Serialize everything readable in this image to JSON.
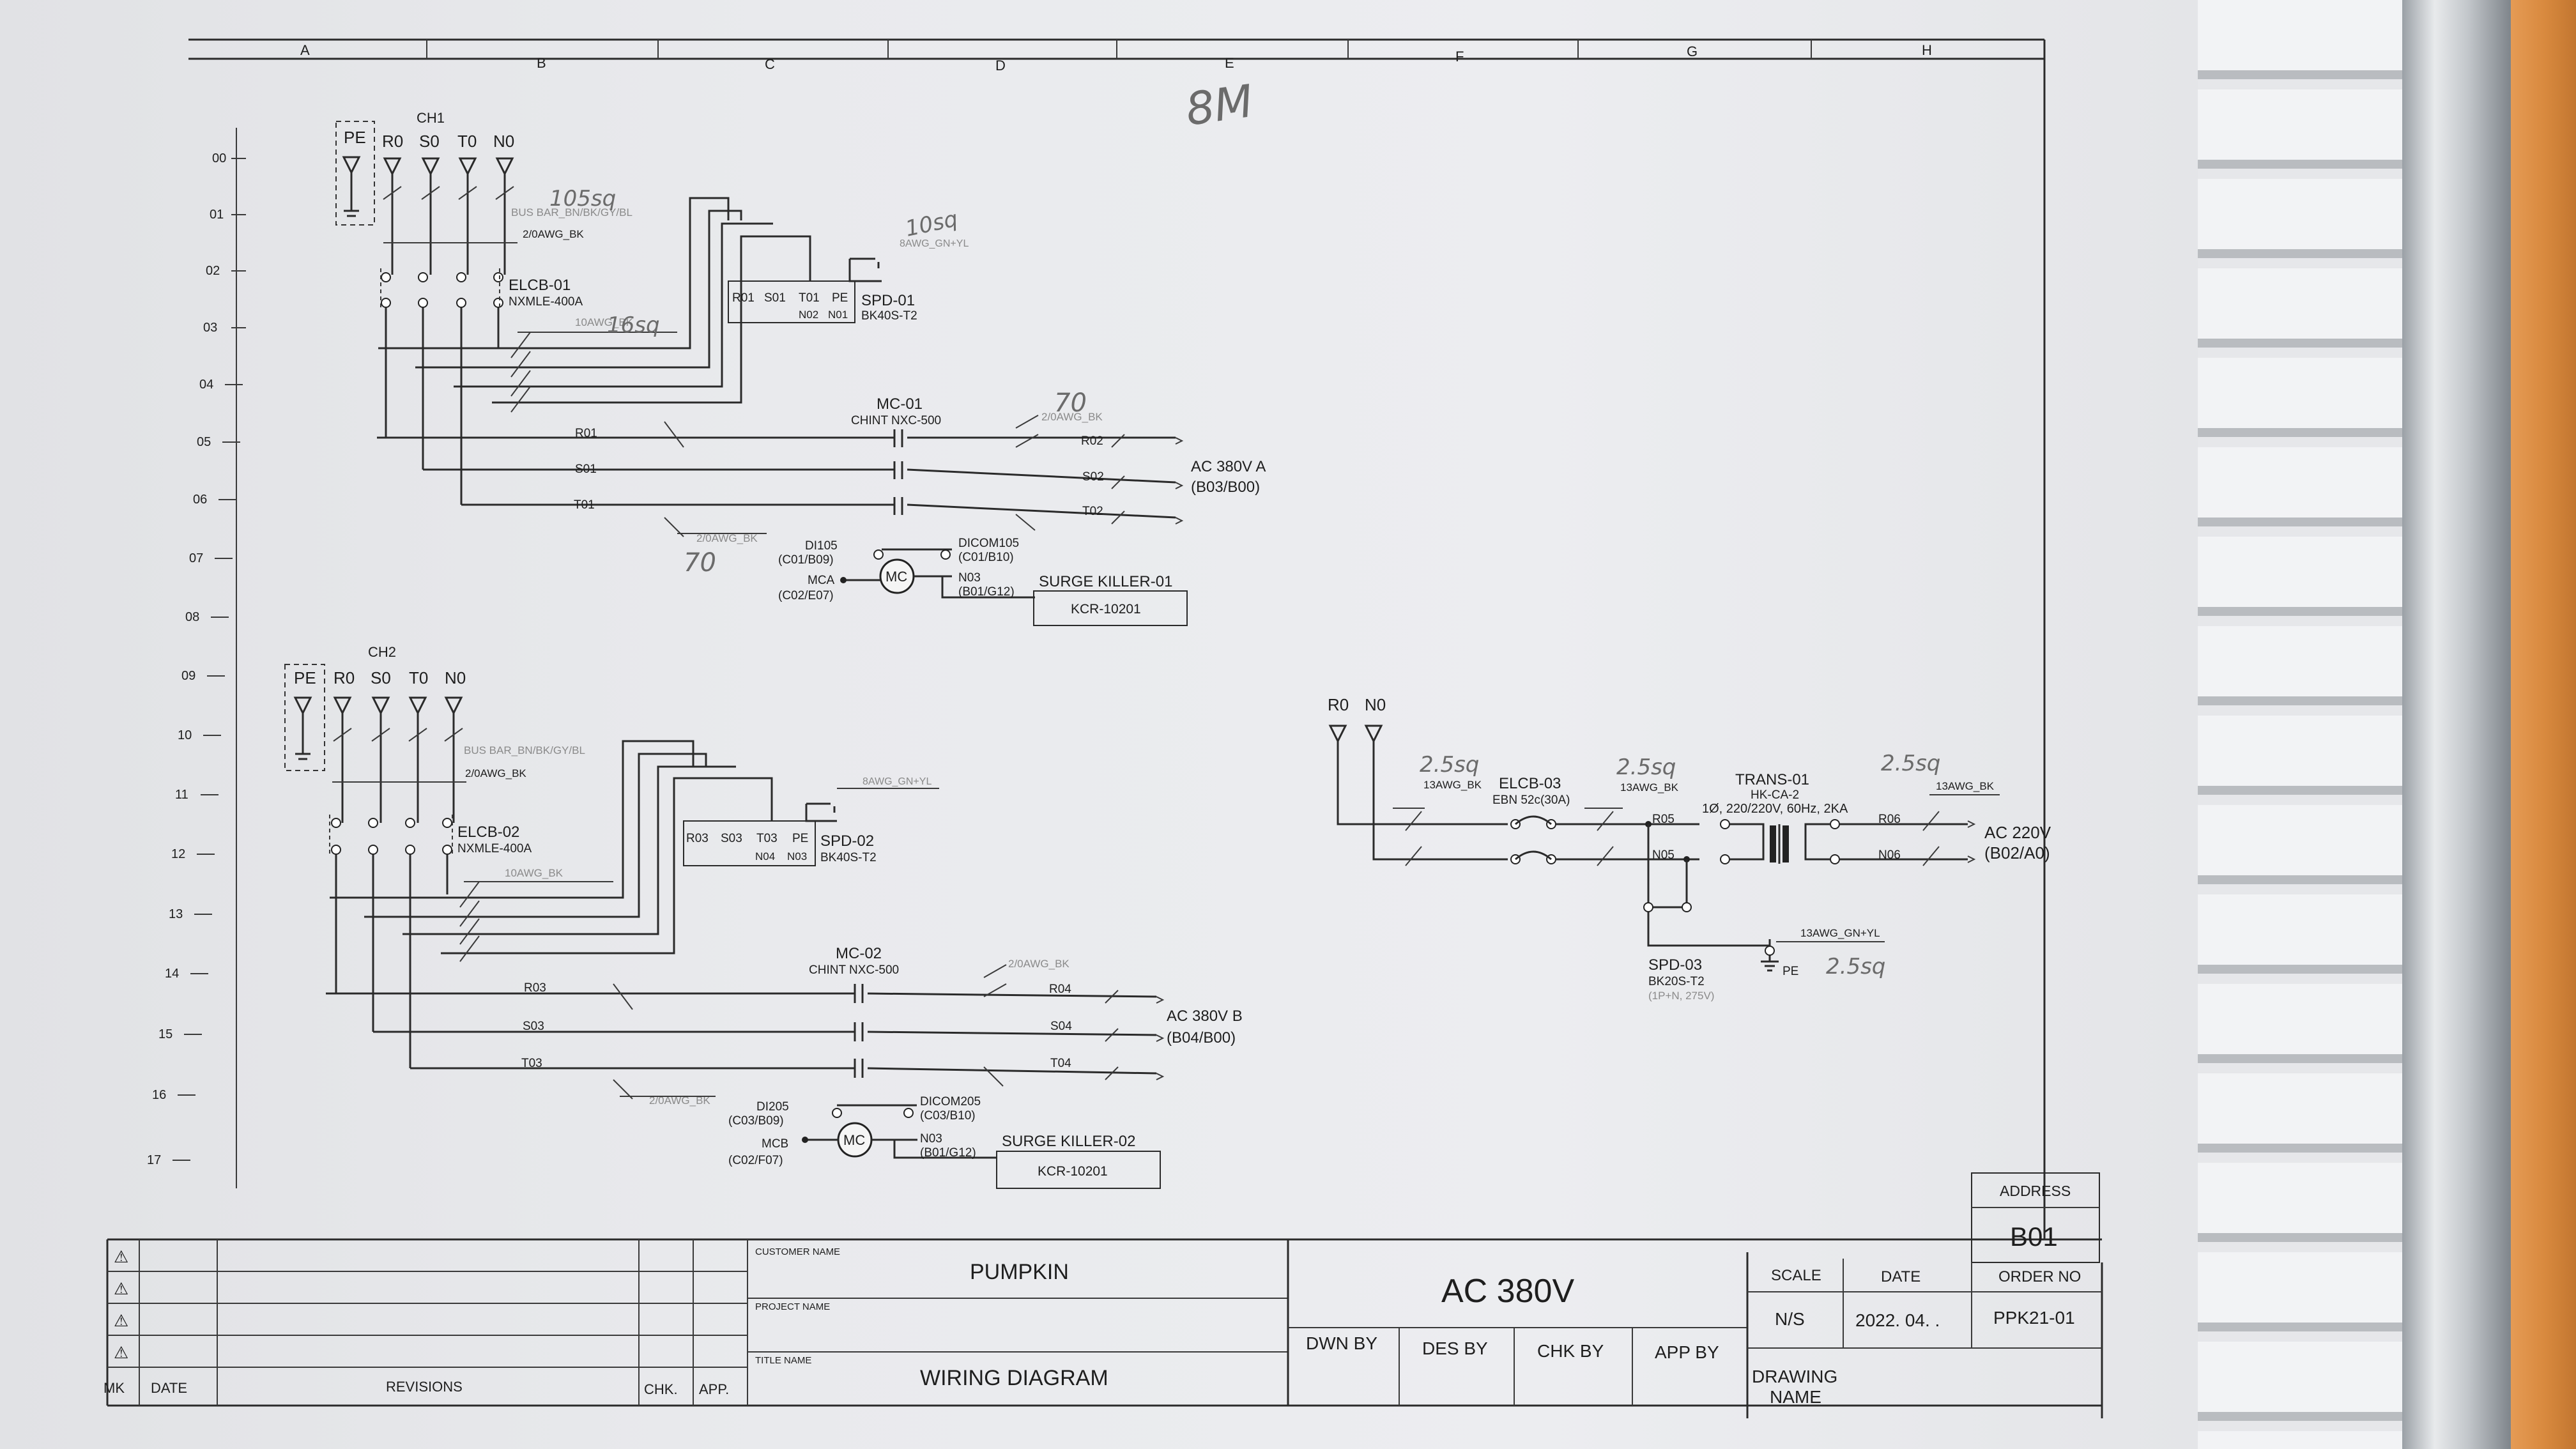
{
  "border": {
    "columns": [
      "A",
      "B",
      "C",
      "D",
      "E",
      "F",
      "G",
      "H"
    ],
    "rows": [
      "00",
      "01",
      "02",
      "03",
      "04",
      "05",
      "06",
      "07",
      "08",
      "09",
      "10",
      "11",
      "12",
      "13",
      "14",
      "15",
      "16",
      "17"
    ]
  },
  "ch1": {
    "group": "CH1",
    "terminals": [
      "PE",
      "R0",
      "S0",
      "T0",
      "N0"
    ],
    "bus_bar": "BUS BAR_BN/BK/GY/BL",
    "wire_main": "2/0AWG_BK",
    "wire_spd": "8AWG_GN+YL",
    "wire_10": "10AWG_BK",
    "elcb_name": "ELCB-01",
    "elcb_model": "NXMLE-400A",
    "spd_name": "SPD-01",
    "spd_model": "BK40S-T2",
    "spd_top": [
      "R01",
      "S01",
      "T01",
      "PE"
    ],
    "spd_bottom": [
      "N02",
      "N01"
    ],
    "mc_name": "MC-01",
    "mc_model": "CHINT NXC-500",
    "lines_in": [
      "R01",
      "S01",
      "T01"
    ],
    "lines_out": [
      "R02",
      "S02",
      "T02"
    ],
    "output": "AC 380V A",
    "output_ref": "(B03/B00)",
    "wire_out": "2/0AWG_BK",
    "wire_bottom": "2/0AWG_BK",
    "di": "DI105",
    "di_ref": "(C01/B09)",
    "dicom": "DICOM105",
    "dicom_ref": "(C01/B10)",
    "coil": "MC",
    "mca": "MCA",
    "mca_ref": "(C02/E07)",
    "n0x": "N03",
    "n0x_ref": "(B01/G12)",
    "surge": "SURGE KILLER-01",
    "surge_model": "KCR-10201"
  },
  "ch2": {
    "group": "CH2",
    "terminals": [
      "PE",
      "R0",
      "S0",
      "T0",
      "N0"
    ],
    "bus_bar": "BUS BAR_BN/BK/GY/BL",
    "wire_main": "2/0AWG_BK",
    "wire_spd": "8AWG_GN+YL",
    "wire_10": "10AWG_BK",
    "elcb_name": "ELCB-02",
    "elcb_model": "NXMLE-400A",
    "spd_name": "SPD-02",
    "spd_model": "BK40S-T2",
    "spd_top": [
      "R03",
      "S03",
      "T03",
      "PE"
    ],
    "spd_bottom": [
      "N04",
      "N03"
    ],
    "mc_name": "MC-02",
    "mc_model": "CHINT NXC-500",
    "lines_in": [
      "R03",
      "S03",
      "T03"
    ],
    "lines_out": [
      "R04",
      "S04",
      "T04"
    ],
    "output": "AC 380V B",
    "output_ref": "(B04/B00)",
    "wire_out": "2/0AWG_BK",
    "wire_bottom": "2/0AWG_BK",
    "di": "DI205",
    "di_ref": "(C03/B09)",
    "dicom": "DICOM205",
    "dicom_ref": "(C03/B10)",
    "coil": "MC",
    "mca": "MCB",
    "mca_ref": "(C02/F07)",
    "n0x": "N03",
    "n0x_ref": "(B01/G12)",
    "surge": "SURGE KILLER-02",
    "surge_model": "KCR-10201"
  },
  "ac220": {
    "terminals": [
      "R0",
      "N0"
    ],
    "wire_in": "13AWG_BK",
    "elcb_name": "ELCB-03",
    "elcb_model": "EBN 52c(30A)",
    "wire_mid": "13AWG_BK",
    "trans_name": "TRANS-01",
    "trans_model": "HK-CA-2",
    "trans_spec": "1Ø, 220/220V, 60Hz, 2KA",
    "wire_out": "13AWG_BK",
    "r05": "R05",
    "n05": "N05",
    "r06": "R06",
    "n06": "N06",
    "output": "AC 220V",
    "output_ref": "(B02/A0)",
    "spd_name": "SPD-03",
    "spd_model": "BK20S-T2",
    "spd_note": "(1P+N, 275V)",
    "wire_pe": "13AWG_GN+YL",
    "pe": "PE"
  },
  "handwriting": {
    "top": "8M",
    "ch1_bus": "105sq",
    "ch1_pe": "10sq",
    "ch1_10": "16sq",
    "ch1_out": "70",
    "ch1_bottom": "70",
    "ac_in": "2.5sq",
    "ac_mid": "2.5sq",
    "ac_out": "2.5sq",
    "ac_pe": "2.5sq"
  },
  "title_block": {
    "address_label": "ADDRESS",
    "address": "B01",
    "customer_label": "CUSTOMER NAME",
    "customer": "PUMPKIN",
    "project_label": "PROJECT NAME",
    "title_label": "TITLE NAME",
    "title": "WIRING DIAGRAM",
    "drawing": "AC 380V",
    "scale_label": "SCALE",
    "scale": "N/S",
    "date_label": "DATE",
    "date": "2022. 04.  .",
    "order_label": "ORDER NO",
    "order": "PPK21-01",
    "dwn_by": "DWN BY",
    "des_by": "DES BY",
    "chk_by": "CHK BY",
    "app_by": "APP BY",
    "drawing_name": "DRAWING",
    "drawing_name2": "NAME",
    "mk": "MK",
    "rev_date": "DATE",
    "revisions": "REVISIONS",
    "chk": "CHK.",
    "app": "APP.",
    "rev_mark": "⚠"
  }
}
